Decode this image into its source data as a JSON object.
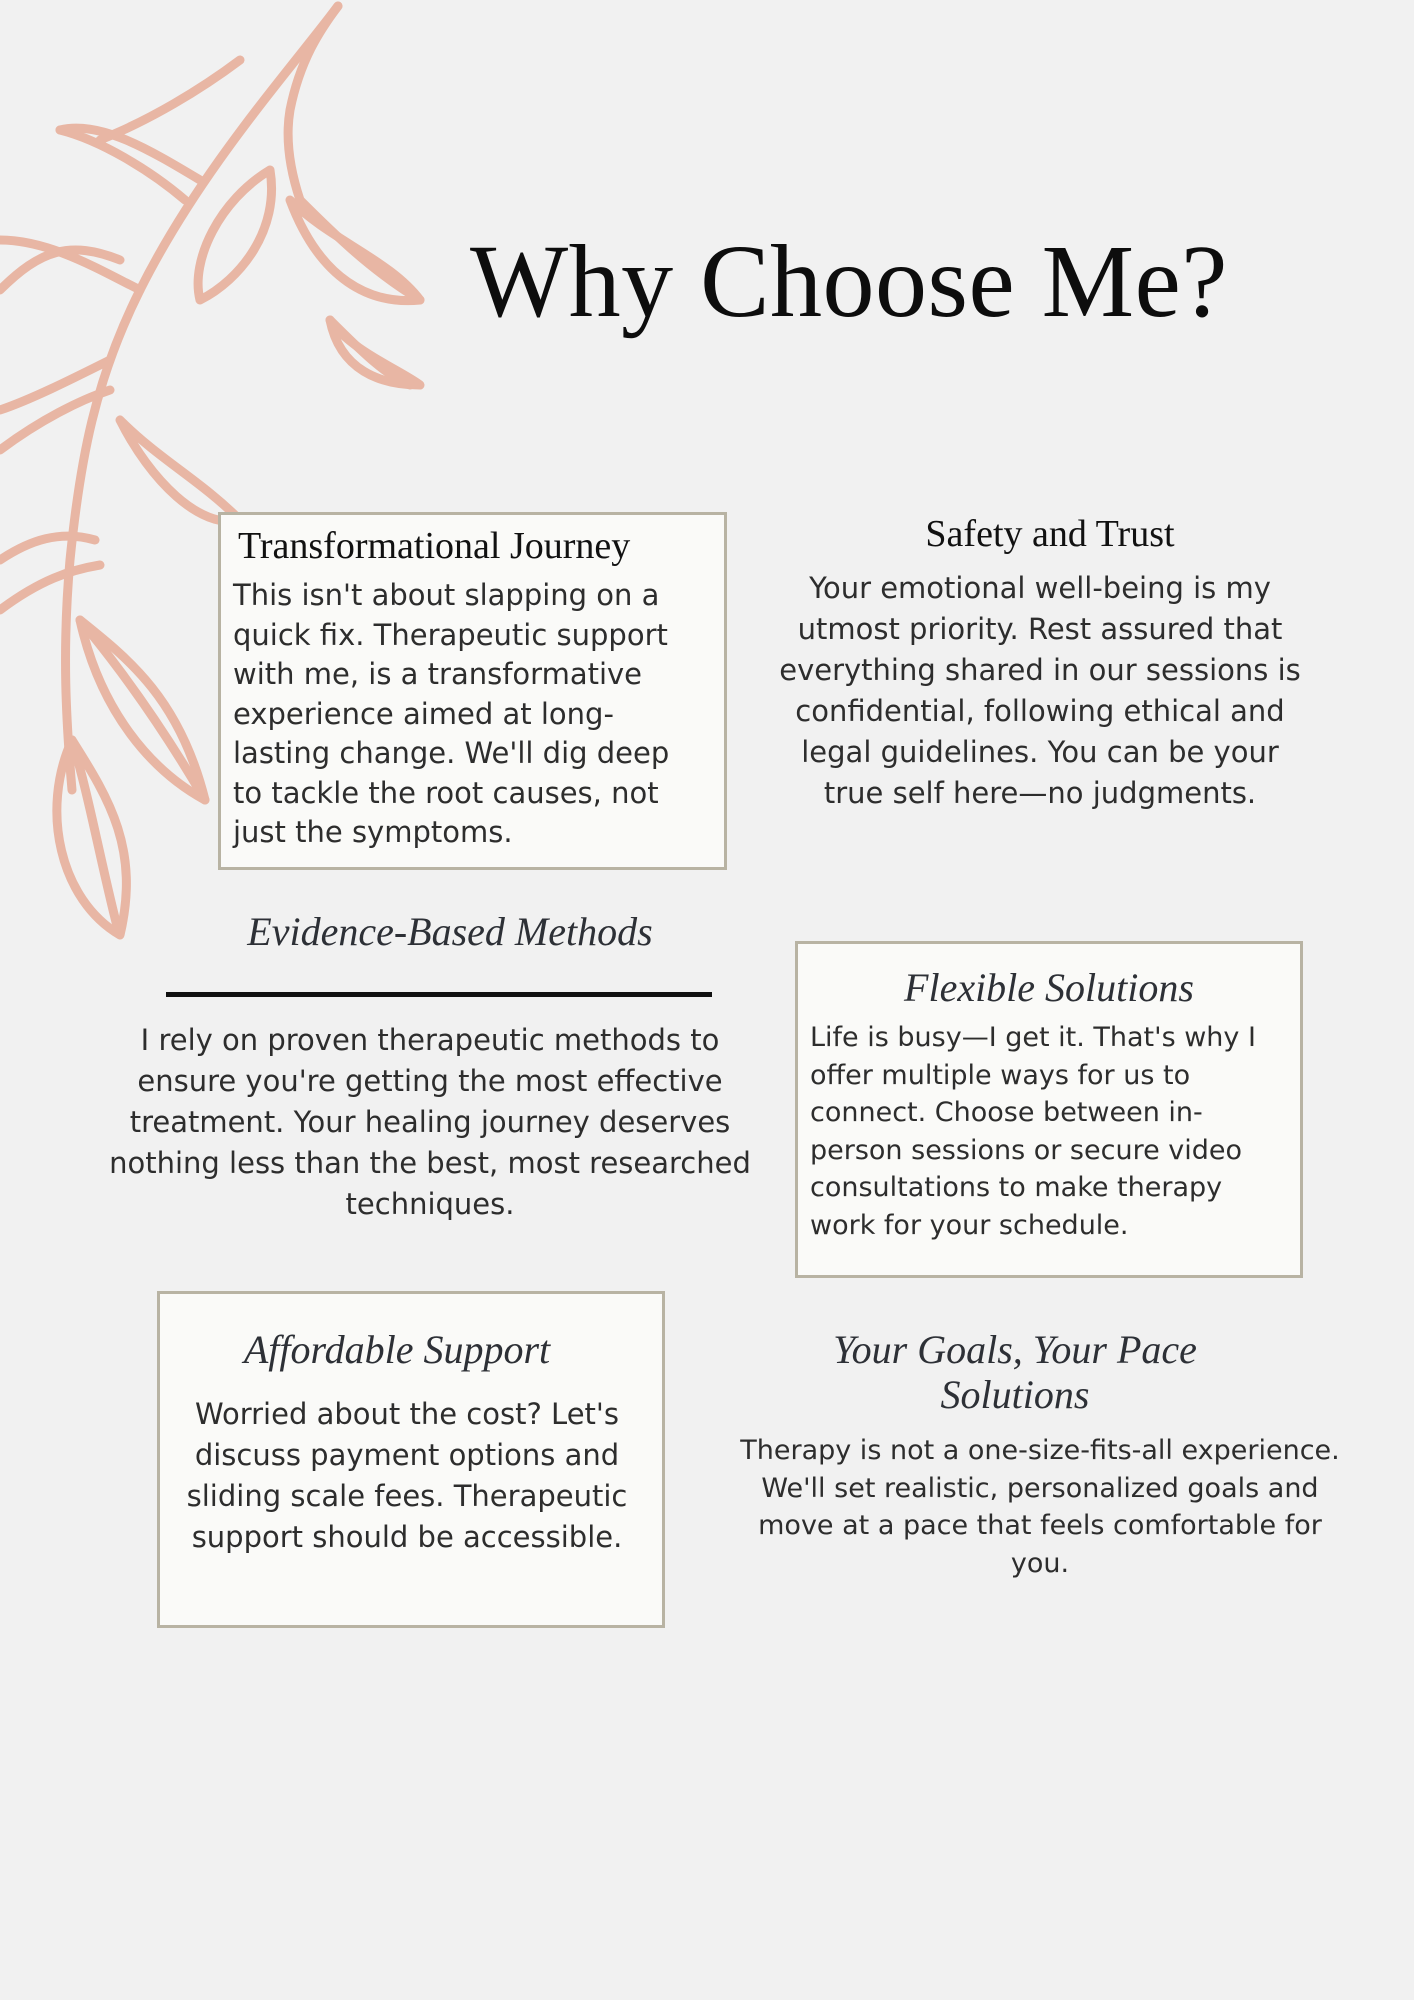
{
  "page": {
    "title": "Why Choose Me?"
  },
  "colors": {
    "background": "#f1f1f1",
    "accent_leaf": "#e8b6a4",
    "box_fill": "#fafaf8",
    "box_border": "#b8b3a3"
  },
  "decoration": {
    "leaf_icon": "leaf-branch-icon"
  },
  "sections": {
    "transformational": {
      "heading": "Transformational Journey",
      "text": "This isn't about slapping on a quick fix. Therapeutic support with me, is a transformative experience aimed at long-lasting change. We'll dig deep to tackle the root causes, not just the symptoms."
    },
    "safety": {
      "heading": "Safety and Trust",
      "text": "Your emotional well-being is my utmost priority. Rest assured that everything shared in our sessions is confidential, following ethical and legal guidelines. You can be your true self here—no judgments."
    },
    "evidence": {
      "heading": "Evidence-Based Methods",
      "text": "I rely on proven therapeutic methods to ensure you're getting the most effective treatment. Your healing journey deserves nothing less than the best, most researched techniques."
    },
    "flexible": {
      "heading": "Flexible Solutions",
      "text": "Life is busy—I get it. That's why I offer multiple ways for us to connect. Choose between in-person sessions or secure video consultations to make therapy work for your schedule."
    },
    "affordable": {
      "heading": "Affordable Support",
      "text": "Worried about the cost? Let's discuss payment options and sliding scale fees. Therapeutic support should be accessible."
    },
    "goals": {
      "heading_line1": "Your Goals, Your Pace",
      "heading_line2": "Solutions",
      "text": "Therapy is not a one-size-fits-all experience. We'll set realistic, personalized goals and move at a pace that feels comfortable for you."
    }
  }
}
